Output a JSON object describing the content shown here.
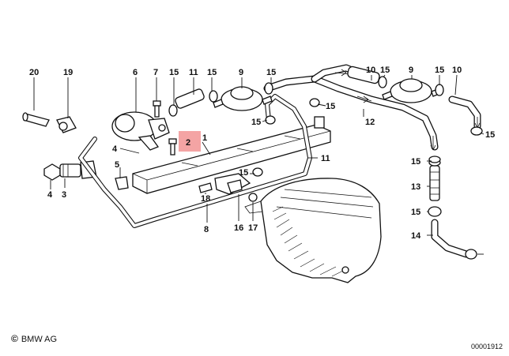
{
  "copyright": {
    "symbol": "©",
    "text": "BMW AG"
  },
  "document_number": "00001912",
  "highlight_color": "#f4a4a4",
  "callouts": {
    "c20": "20",
    "c19": "19",
    "c6": "6",
    "c7": "7",
    "c15a": "15",
    "c11a": "11",
    "c15b": "15",
    "c9a": "9",
    "c15c": "15",
    "c10a": "10",
    "c15d": "15",
    "c9b": "9",
    "c15e": "15",
    "c10b": "10",
    "c15f": "15",
    "c12": "12",
    "c15g": "15",
    "c4a": "4",
    "c2": "2",
    "c1": "1",
    "c11b": "11",
    "c5": "5",
    "c15h": "15",
    "c15i": "15",
    "c13": "13",
    "c4b": "4",
    "c3": "3",
    "c18": "18",
    "c15j": "15",
    "c16": "16",
    "c17": "17",
    "c8": "8",
    "c14": "14",
    "c15k": "15"
  }
}
